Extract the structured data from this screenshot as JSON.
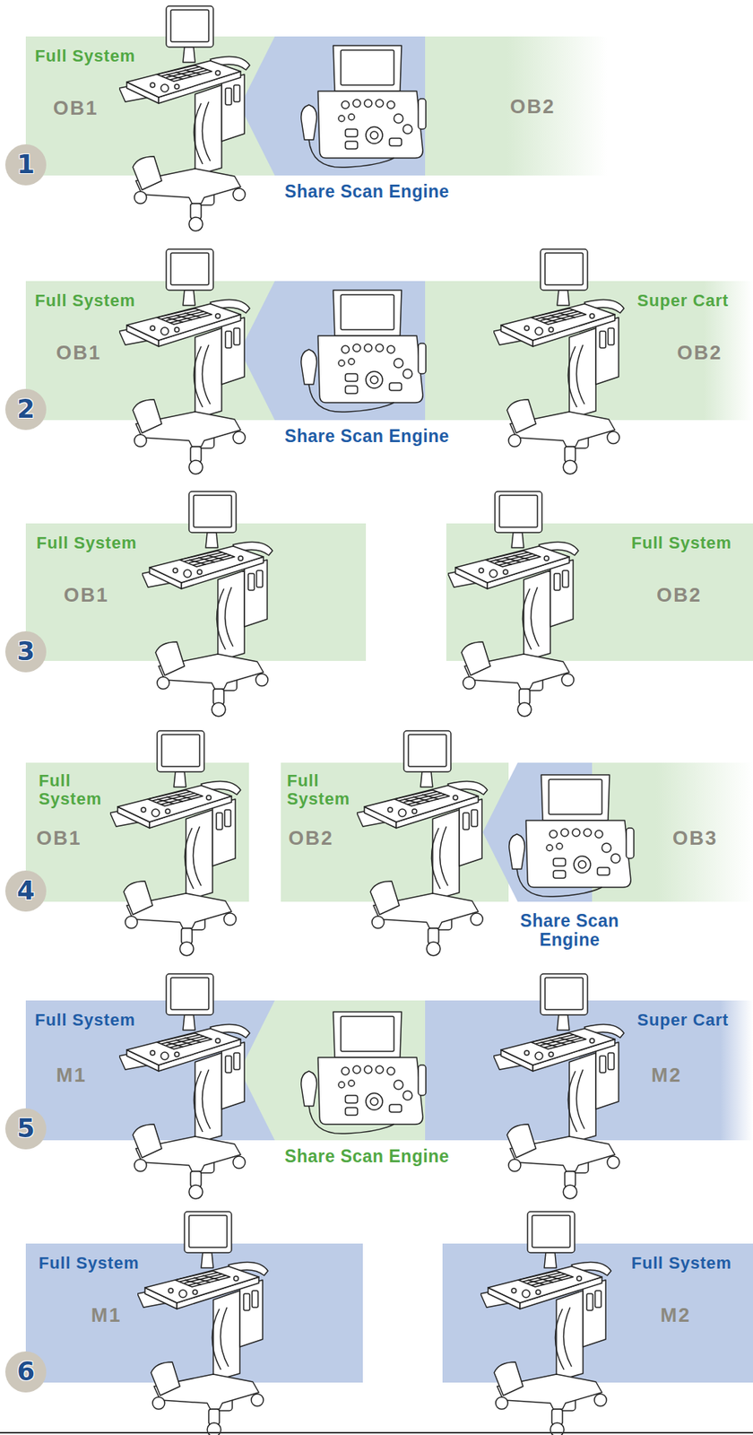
{
  "diagram": {
    "nodes": [
      {
        "text": [
          "Full System",
          "OB1"
        ]
      },
      {
        "text": [
          "Share Scan Engine"
        ]
      },
      {
        "text": [
          "OB2"
        ]
      },
      {
        "text": [
          "1"
        ]
      },
      {
        "text": [
          "Full System",
          "OB1"
        ]
      },
      {
        "text": [
          "Share Scan Engine"
        ]
      },
      {
        "text": [
          "Super Cart",
          "OB2"
        ]
      },
      {
        "text": [
          "2"
        ]
      },
      {
        "text": [
          "Full System",
          "OB1"
        ]
      },
      {
        "text": [
          "Full System",
          "OB2"
        ]
      },
      {
        "text": [
          "3"
        ]
      },
      {
        "text": [
          "Full System",
          "OB1"
        ]
      },
      {
        "text": [
          "Full System",
          "OB2"
        ]
      },
      {
        "text": [
          "Share Scan Engine"
        ]
      },
      {
        "text": [
          "OB3"
        ]
      },
      {
        "text": [
          "4"
        ]
      },
      {
        "text": [
          "Full System",
          "M1"
        ]
      },
      {
        "text": [
          "Share Scan Engine"
        ]
      },
      {
        "text": [
          "Super Cart",
          "M2"
        ]
      },
      {
        "text": [
          "5"
        ]
      },
      {
        "text": [
          "Full System",
          "M1"
        ]
      },
      {
        "text": [
          "Full System",
          "M2"
        ]
      },
      {
        "text": [
          "6"
        ]
      }
    ]
  }
}
